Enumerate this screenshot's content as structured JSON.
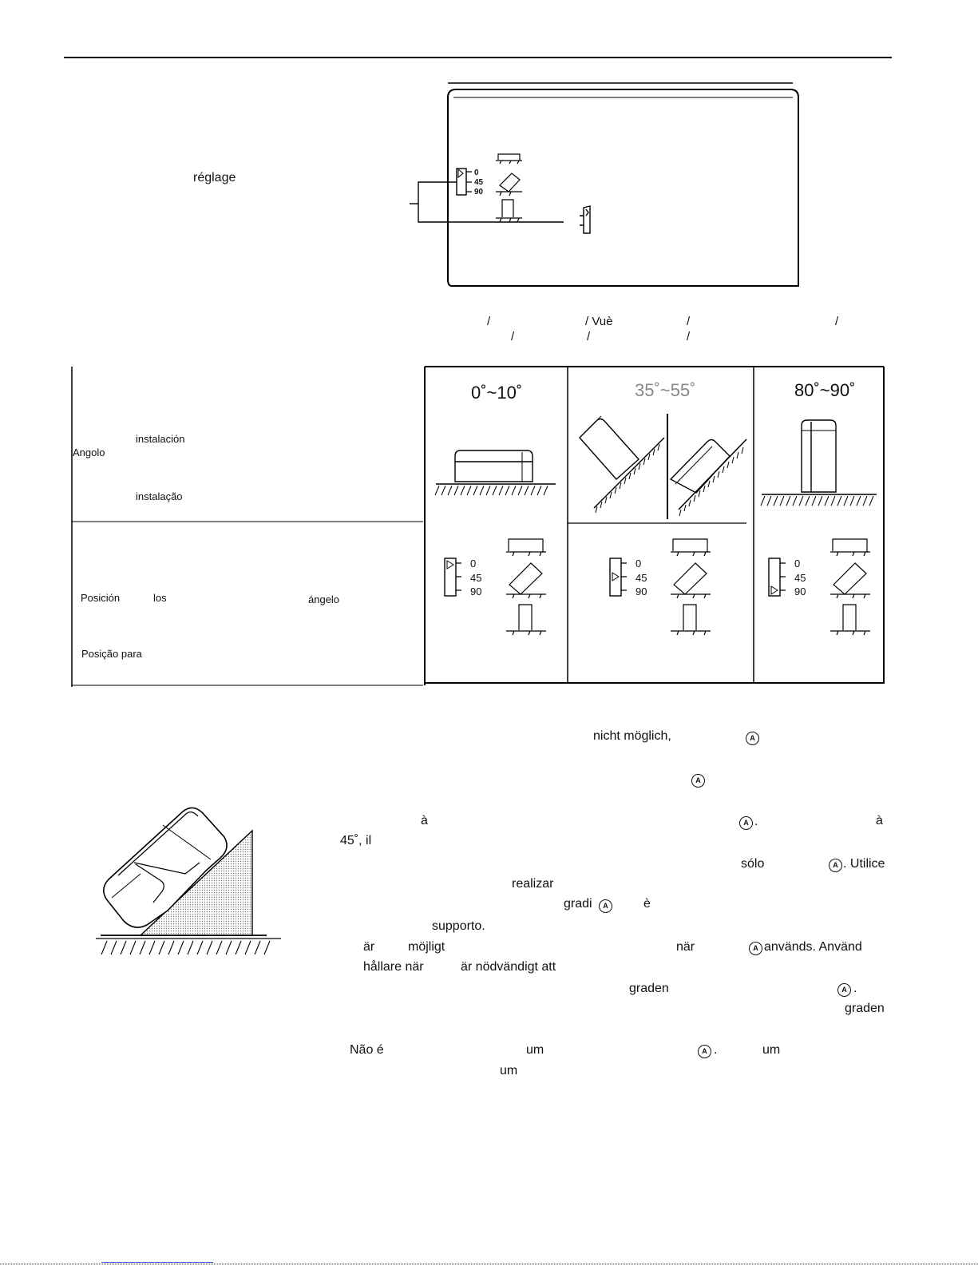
{
  "page": {
    "top_panel": {
      "label_reglage": "réglage",
      "scale_values": [
        "0",
        "45",
        "90"
      ]
    },
    "view_caption": {
      "line1_parts": [
        "/",
        "/ Vuè",
        "/",
        "/"
      ],
      "line2_parts": [
        "/",
        "/",
        "/"
      ]
    },
    "angle_table": {
      "row1_labels": [
        "instalación",
        "Angolo",
        "instalação"
      ],
      "row2_labels": [
        "Posición",
        "los",
        "ángelo",
        "Posição para"
      ],
      "columns": [
        {
          "angle": "0˚~10˚",
          "pointer": "0"
        },
        {
          "angle": "35˚~55˚",
          "pointer": "45"
        },
        {
          "angle": "80˚~90˚",
          "pointer": "90"
        }
      ],
      "scale_values": [
        "0",
        "45",
        "90"
      ]
    },
    "text_fragments": {
      "de": [
        "nicht möglich,"
      ],
      "fr": [
        "à",
        "à",
        "45˚, il"
      ],
      "es": [
        "sólo",
        ". Utilice",
        "realizar"
      ],
      "it": [
        "gradi",
        "è",
        "supporto."
      ],
      "sv": [
        "är",
        "möjligt",
        "när",
        "används. Använd",
        "hållare när",
        "är nödvändigt att"
      ],
      "nl": [
        "graden",
        "graden"
      ],
      "pt": [
        "Não é",
        "um",
        "um",
        "um"
      ],
      "marker_letter": "A",
      "period": "."
    }
  }
}
